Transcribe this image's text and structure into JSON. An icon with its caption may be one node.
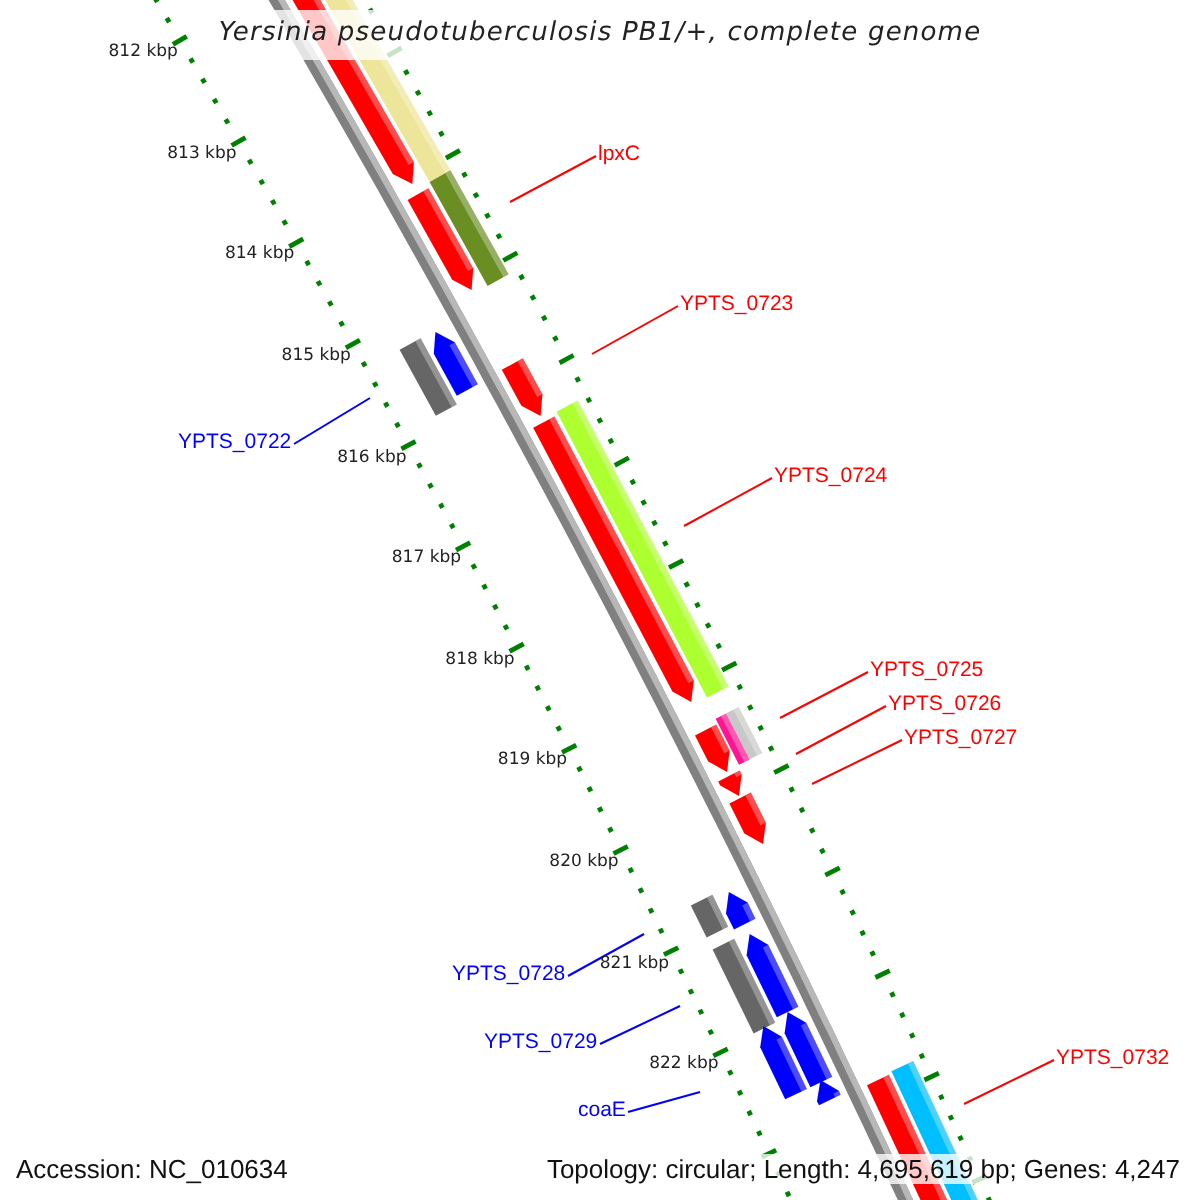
{
  "diagram": {
    "title": "Yersinia pseudotuberculosis PB1/+, complete genome",
    "nodes": [
      {
        "text": [
          "lpxC"
        ]
      },
      {
        "text": [
          "YPTS_0723"
        ]
      },
      {
        "text": [
          "YPTS_0722"
        ]
      },
      {
        "text": [
          "YPTS_0724"
        ]
      },
      {
        "text": [
          "YPTS_0725"
        ]
      },
      {
        "text": [
          "YPTS_0726"
        ]
      },
      {
        "text": [
          "YPTS_0727"
        ]
      },
      {
        "text": [
          "YPTS_0728"
        ]
      },
      {
        "text": [
          "YPTS_0729"
        ]
      },
      {
        "text": [
          "YPTS_0732"
        ]
      },
      {
        "text": [
          "coaE"
        ]
      }
    ],
    "edges": [
      {
        "from": 0,
        "to": null,
        "arrow": "none"
      },
      {
        "from": 1,
        "to": null,
        "arrow": "none"
      },
      {
        "from": 2,
        "to": null,
        "arrow": "none",
        "color": "#0000ff"
      },
      {
        "from": 3,
        "to": null,
        "arrow": "none"
      },
      {
        "from": 4,
        "to": null,
        "arrow": "none"
      },
      {
        "from": 5,
        "to": null,
        "arrow": "none"
      },
      {
        "from": 6,
        "to": null,
        "arrow": "none"
      },
      {
        "from": 7,
        "to": null,
        "arrow": "none",
        "color": "#0000ff"
      },
      {
        "from": 8,
        "to": null,
        "arrow": "none",
        "color": "#0000ff"
      },
      {
        "from": 9,
        "to": null,
        "arrow": "none"
      },
      {
        "from": 10,
        "to": null,
        "arrow": "none",
        "color": "#0000ff"
      }
    ],
    "labels": [
      "812 kbp",
      "813 kbp",
      "814 kbp",
      "815 kbp",
      "816 kbp",
      "817 kbp",
      "818 kbp",
      "819 kbp",
      "820 kbp",
      "821 kbp",
      "822 kbp",
      "Accession: NC_010634",
      "Topology: circular; Length: 4,695,619 bp; Genes: 4,247"
    ]
  }
}
